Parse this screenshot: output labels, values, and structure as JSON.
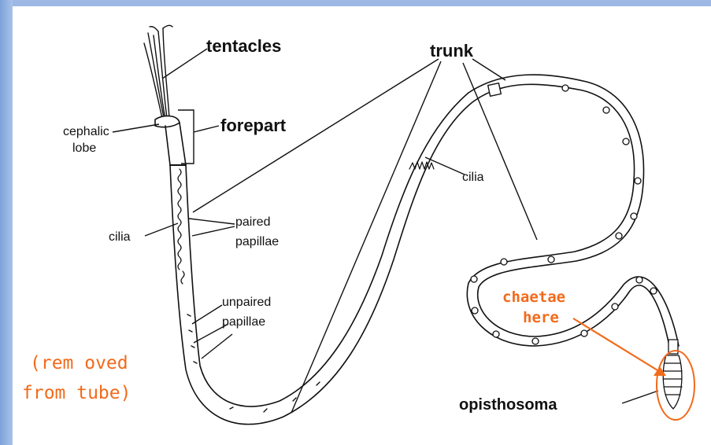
{
  "labels": {
    "tentacles": "tentacles",
    "trunk": "trunk",
    "cephalic_line1": "cephalic",
    "cephalic_line2": "lobe",
    "forepart": "forepart",
    "cilia_left": "cilia",
    "cilia_right": "cilia",
    "paired_line1": "paired",
    "paired_line2": "papillae",
    "unpaired_line1": "unpaired",
    "unpaired_line2": "papillae",
    "opisthosoma": "opisthosoma"
  },
  "notes": {
    "chaetae_line1": "chaetae",
    "chaetae_line2": "here",
    "removed_line1": "(rem oved",
    "removed_line2": "from tube)"
  },
  "colors": {
    "annotation_orange": "#f26a1b",
    "ink": "#111111",
    "frame_blue": "#8fb0e0"
  }
}
